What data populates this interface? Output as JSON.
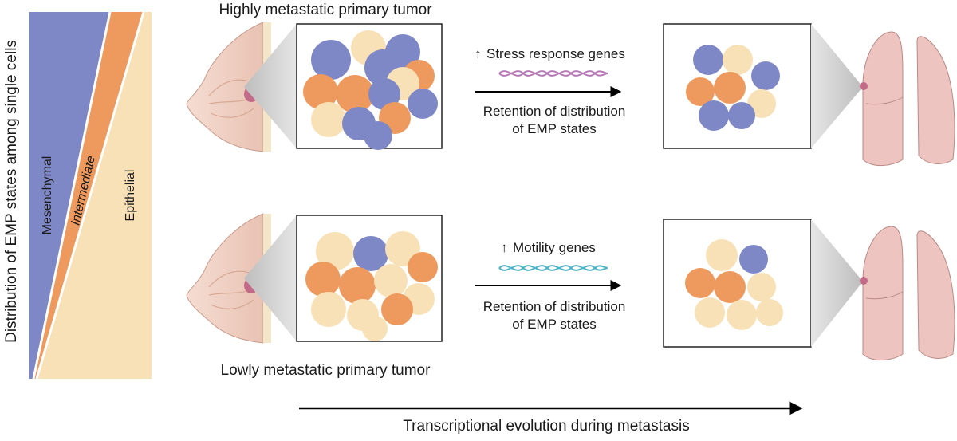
{
  "y_axis_label": "Distribution of EMP states among single cells",
  "emp_states": {
    "mesenchymal": "Mesenchymal",
    "intermediate": "Intermediate",
    "epithelial": "Epithelial"
  },
  "top_row": {
    "title": "Highly metastatic primary tumor",
    "gene_label": "Stress response genes",
    "arrow_glyph": "↑",
    "retention_line1": "Retention of distribution",
    "retention_line2": "of EMP states"
  },
  "bottom_row": {
    "title": "Lowly metastatic primary tumor",
    "gene_label": "Motility genes",
    "arrow_glyph": "↑",
    "retention_line1": "Retention of distribution",
    "retention_line2": "of EMP states"
  },
  "bottom_axis_label": "Transcriptional evolution during metastasis",
  "colors": {
    "mesenchymal": "#7f88c6",
    "intermediate": "#ee9a5e",
    "epithelial": "#f8e1b7",
    "dna_top": "#b57ab5",
    "dna_bottom": "#4fb3c8",
    "breast": "#f1d3c5",
    "lung": "#edc4c0"
  },
  "icons": [
    "breast-icon",
    "lung-icon",
    "dna-helix-icon",
    "tumor-cell-cluster"
  ]
}
